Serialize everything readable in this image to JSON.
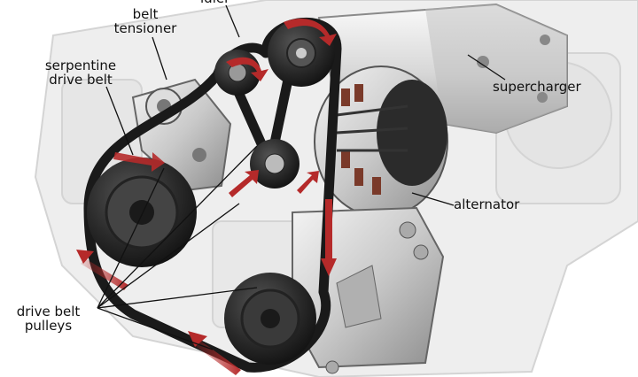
{
  "labels": {
    "idler": "idler",
    "belt_tensioner": "belt\ntensioner",
    "serpentine_drive_belt": "serpentine\ndrive belt",
    "supercharger": "supercharger",
    "alternator": "alternator",
    "drive_belt_pulleys": "drive belt\npulleys"
  },
  "colors": {
    "background": "#ffffff",
    "engine_ghost": "#dcdcdc",
    "belt": "#1a1a1a",
    "arrow": "#b52a2a",
    "label_text": "#111111",
    "leader_line": "#111111"
  }
}
